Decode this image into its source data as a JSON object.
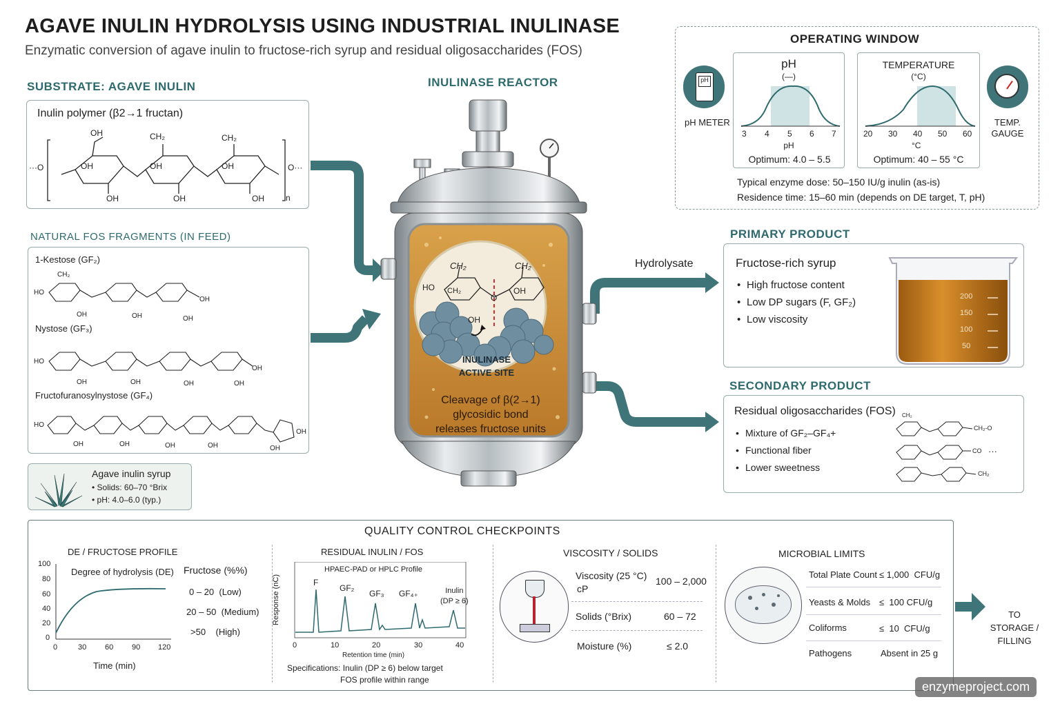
{
  "title": "AGAVE INULIN HYDROLYSIS USING INDUSTRIAL INULINASE",
  "subtitle": "Enzymatic conversion of agave inulin to fructose-rich syrup and residual oligosaccharides (FOS)",
  "substrate": {
    "header": "SUBSTRATE: AGAVE INULIN",
    "polymer_title": "Inulin polymer (β2→1 fructan)",
    "labels": {
      "oh": "OH",
      "ch2": "CH₂",
      "o": "O",
      "n": "n",
      "left": "···O",
      "right": "O···"
    }
  },
  "fos": {
    "header": "NATURAL FOS FRAGMENTS (IN FEED)",
    "kestose": "1-Kestose (GF₂)",
    "nystose": "Nystose (GF₃)",
    "fructofuranosyl": "Fructofuranosylnystose (GF₄)",
    "ho": "HO",
    "oh": "OH",
    "ch2": "CH₂"
  },
  "syrup_box": {
    "title": "Agave inulin syrup",
    "solids": "Solids: 60–70 °Brix",
    "ph": "pH: 4.0–6.0 (typ.)"
  },
  "reactor": {
    "header": "INULINASE REACTOR",
    "active_site": [
      "INULINASE",
      "ACTIVE SITE"
    ],
    "cleavage": [
      "Cleavage of β(2→1)",
      "glycosidic bond",
      "releases fructose units"
    ],
    "mol_labels": {
      "ch2": "CH₂",
      "ho": "HO",
      "oh": "OH",
      "o": "O"
    }
  },
  "operating_window": {
    "header": "OPERATING WINDOW",
    "ph_meter": "pH METER",
    "ph_icon": "pH",
    "temp_gauge": [
      "TEMP.",
      "GAUGE"
    ],
    "ph_chart": {
      "title": "pH",
      "unit": "(—)",
      "ticks": [
        "3",
        "4",
        "5",
        "6",
        "7"
      ],
      "xlabel": "pH",
      "optimum": "Optimum: 4.0 – 5.5"
    },
    "temp_chart": {
      "title": "TEMPERATURE",
      "unit": "(°C)",
      "ticks": [
        "20",
        "30",
        "40",
        "50",
        "60"
      ],
      "xlabel": "°C",
      "optimum": "Optimum: 40 – 55 °C"
    },
    "dose": "Typical enzyme dose: 50–150 IU/g inulin (as-is)",
    "residence": "Residence time: 15–60 min (depends on DE target, T, pH)"
  },
  "hydrolysate_label": "Hydrolysate",
  "primary": {
    "header": "PRIMARY PRODUCT",
    "title": "Fructose-rich syrup",
    "bullets": [
      "High fructose content",
      "Low DP sugars (F, GF₂)",
      "Low viscosity"
    ],
    "beaker_marks": [
      "200",
      "150",
      "100",
      "50"
    ]
  },
  "secondary": {
    "header": "SECONDARY PRODUCT",
    "title": "Residual oligosaccharides (FOS)",
    "bullets": [
      "Mixture of GF₂–GF₄+",
      "Functional fiber",
      "Lower sweetness"
    ],
    "mol_labels": {
      "ch2": "CH₂",
      "o": "O",
      "end1": "CH₂-O",
      "end2": "CO",
      "dots": "···"
    }
  },
  "qc": {
    "header": "QUALITY CONTROL CHECKPOINTS",
    "de": {
      "title": "DE / FRUCTOSE PROFILE",
      "curve_label": "Degree of hydrolysis (DE)",
      "yticks": [
        "100",
        "80",
        "60",
        "40",
        "20",
        "0"
      ],
      "xticks": [
        "0",
        "30",
        "60",
        "90",
        "120"
      ],
      "xlabel": "Time (min)",
      "fructose_header": "Fructose (%%)",
      "levels": [
        "0 – 20  (Low)",
        "20 – 50  (Medium)",
        ">50    (High)"
      ]
    },
    "inulin": {
      "title": "RESIDUAL INULIN / FOS",
      "method": "HPAEC-PAD or  HPLC Profile",
      "ylabel": "Response (nC)",
      "peaks": [
        "F",
        "GF₂",
        "GF₃",
        "GF₄₊"
      ],
      "inulin_peak": [
        "Inulin",
        "(DP ≥ 6)"
      ],
      "xticks": [
        "0",
        "10",
        "20",
        "30",
        "40"
      ],
      "xlabel": "Retention time (min)",
      "spec1": "Specifications: Inulin (DP ≥ 6) below target",
      "spec2": "FOS profile within range"
    },
    "viscosity": {
      "title": "VISCOSITY / SOLIDS",
      "rows": [
        {
          "label": "Viscosity (25 °C)",
          "unit": "cP",
          "value": "100 – 2,000"
        },
        {
          "label": "Solids (°Brix)",
          "value": "60 – 72"
        },
        {
          "label": "Moisture (%)",
          "value": "≤ 2.0"
        }
      ]
    },
    "microbial": {
      "title": "MICROBIAL LIMITS",
      "rows": [
        {
          "label": "Total Plate Count",
          "value": "≤ 1,000  CFU/g"
        },
        {
          "label": "Yeasts & Molds",
          "value": "≤  100 CFU/g"
        },
        {
          "label": "Coliforms",
          "value": "≤  10  CFU/g"
        },
        {
          "label": "Pathogens",
          "value": "Absent in 25 g"
        }
      ]
    }
  },
  "storage": [
    "TO STORAGE /",
    "FILLING"
  ],
  "watermark": "enzymeproject.com",
  "colors": {
    "teal": "#2e6a6d",
    "arrow": "#3f7579",
    "syrup": "#c7811f",
    "band": "#cfe3e4"
  }
}
